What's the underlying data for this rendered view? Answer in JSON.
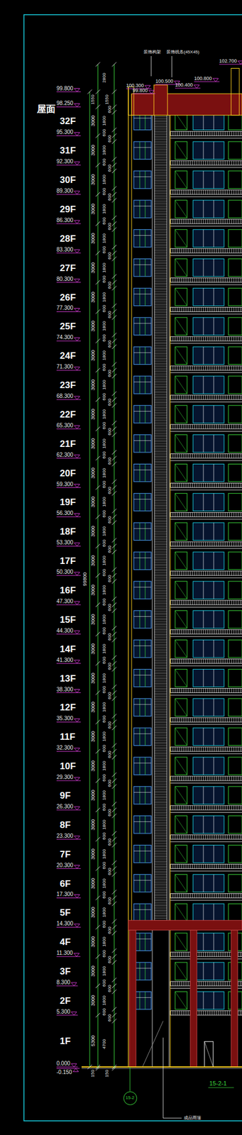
{
  "diagram": {
    "nodes": [
      {
        "text": [
          "15-2"
        ]
      }
    ],
    "labels": [
      "屋面",
      "32F",
      "31F",
      "30F",
      "29F",
      "28F",
      "27F",
      "26F",
      "25F",
      "24F",
      "23F",
      "22F",
      "21F",
      "20F",
      "19F",
      "18F",
      "17F",
      "16F",
      "15F",
      "14F",
      "13F",
      "12F",
      "11F",
      "10F",
      "9F",
      "8F",
      "7F",
      "6F",
      "5F",
      "4F",
      "3F",
      "2F",
      "1F",
      "99.800",
      "98.250",
      "95.300",
      "92.300",
      "89.300",
      "86.300",
      "83.300",
      "80.300",
      "77.300",
      "74.300",
      "71.300",
      "68.300",
      "65.300",
      "62.300",
      "59.300",
      "56.300",
      "53.300",
      "50.300",
      "47.300",
      "44.300",
      "41.300",
      "38.300",
      "35.300",
      "32.300",
      "29.300",
      "26.300",
      "23.300",
      "20.300",
      "17.300",
      "14.300",
      "11.300",
      "8.300",
      "5.300",
      "0.000",
      "-0.150",
      "99800",
      "2800",
      "1550",
      "1550",
      "3000",
      "3000",
      "3000",
      "3000",
      "3000",
      "3000",
      "3000",
      "3000",
      "3000",
      "3000",
      "3000",
      "3000",
      "3000",
      "3000",
      "3000",
      "3000",
      "3000",
      "3000",
      "3000",
      "3000",
      "3000",
      "3000",
      "3000",
      "3000",
      "3000",
      "3000",
      "3000",
      "3000",
      "3000",
      "3000",
      "3000",
      "5300",
      "150",
      "600",
      "1800",
      "600",
      "600",
      "1800",
      "600",
      "600",
      "1800",
      "600",
      "600",
      "1800",
      "600",
      "600",
      "1800",
      "600",
      "600",
      "1800",
      "600",
      "600",
      "1800",
      "600",
      "600",
      "1800",
      "600",
      "600",
      "1800",
      "600",
      "600",
      "1800",
      "600",
      "600",
      "1800",
      "600",
      "600",
      "1800",
      "600",
      "600",
      "1800",
      "600",
      "600",
      "1800",
      "600",
      "600",
      "1800",
      "600",
      "600",
      "1800",
      "600",
      "600",
      "1800",
      "600",
      "600",
      "1800",
      "600",
      "600",
      "1800",
      "600",
      "600",
      "1800",
      "600",
      "600",
      "1800",
      "600",
      "600",
      "1800",
      "600",
      "600",
      "1800",
      "600",
      "600",
      "1800",
      "600",
      "600",
      "1800",
      "600",
      "600",
      "1800",
      "600",
      "600",
      "1800",
      "600",
      "600",
      "1800",
      "600",
      "600",
      "1800",
      "600",
      "600",
      "1800",
      "600",
      "600",
      "1800",
      "600",
      "600",
      "4700",
      "150",
      "100.300",
      "99.800",
      "100.500",
      "100.400",
      "100.800",
      "102.700",
      "装饰构架",
      "装饰线条(45X45)",
      "成品雨篷",
      "15-2-1"
    ]
  }
}
